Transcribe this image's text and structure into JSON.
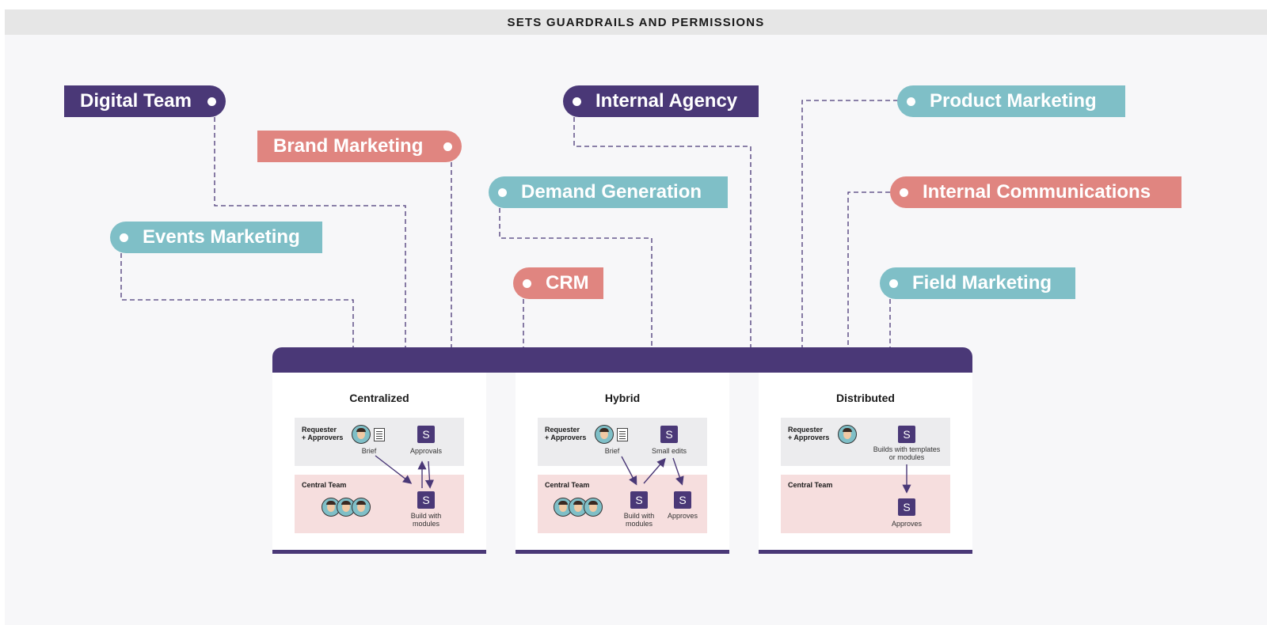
{
  "header": {
    "title": "SETS GUARDRAILS AND PERMISSIONS"
  },
  "colors": {
    "purple": "#4a3877",
    "salmon": "#e08580",
    "teal": "#7fbfc7"
  },
  "teams": [
    {
      "label": "Digital Team",
      "color": "purple"
    },
    {
      "label": "Brand Marketing",
      "color": "salmon"
    },
    {
      "label": "Events Marketing",
      "color": "teal"
    },
    {
      "label": "Internal Agency",
      "color": "purple"
    },
    {
      "label": "Demand Generation",
      "color": "teal"
    },
    {
      "label": "CRM",
      "color": "salmon"
    },
    {
      "label": "Product Marketing",
      "color": "teal"
    },
    {
      "label": "Internal Communications",
      "color": "salmon"
    },
    {
      "label": "Field Marketing",
      "color": "teal"
    }
  ],
  "models": [
    {
      "title": "Centralized",
      "requester_label": "Requester\n+ Approvers",
      "central_label": "Central Team",
      "brief_label": "Brief",
      "approvals_label": "Approvals",
      "build_label": "Build with\nmodules"
    },
    {
      "title": "Hybrid",
      "requester_label": "Requester\n+ Approvers",
      "central_label": "Central Team",
      "brief_label": "Brief",
      "small_edits_label": "Small edits",
      "build_label": "Build with\nmodules",
      "approves_label": "Approves"
    },
    {
      "title": "Distributed",
      "requester_label": "Requester\n+ Approvers",
      "central_label": "Central Team",
      "builds_label": "Builds with templates\nor modules",
      "approves_label": "Approves"
    }
  ],
  "icons": {
    "platform": "S"
  }
}
